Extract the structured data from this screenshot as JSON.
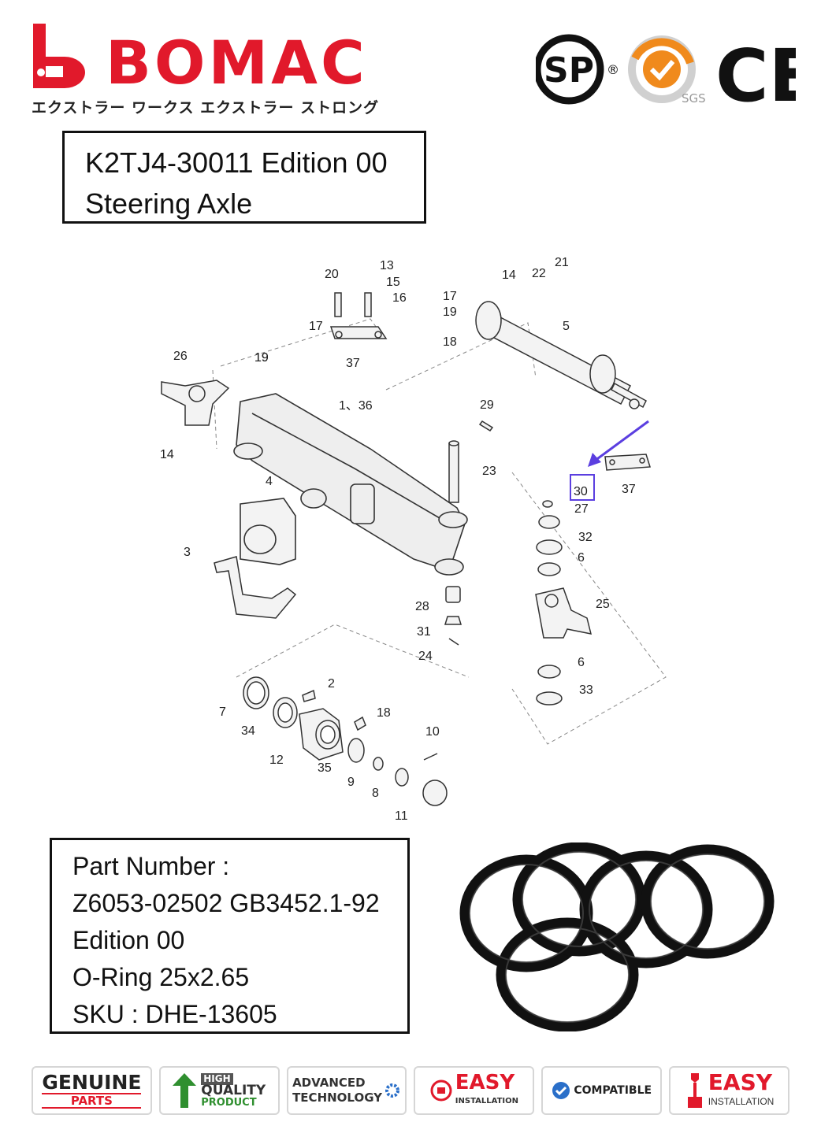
{
  "brand": {
    "name": "BOMAC",
    "tagline": "エクストラー ワークス エクストラー ストロング",
    "color": "#e1192b"
  },
  "certifications": {
    "csa_label": "SP",
    "registered_mark": "®",
    "sgs_label": "SGS",
    "ce_label": "CE"
  },
  "title": {
    "line1": "K2TJ4-30011 Edition 00",
    "line2": "Steering Axle"
  },
  "diagram": {
    "highlight_color": "#5b3fe0",
    "highlighted_callout": "30",
    "callouts": [
      "20",
      "13",
      "15",
      "16",
      "17",
      "19",
      "17",
      "19",
      "18",
      "14",
      "22",
      "21",
      "5",
      "26",
      "19",
      "37",
      "1、36",
      "29",
      "14",
      "4",
      "23",
      "37",
      "30",
      "27",
      "32",
      "6",
      "3",
      "25",
      "28",
      "31",
      "24",
      "6",
      "33",
      "2",
      "7",
      "34",
      "18",
      "10",
      "12",
      "35",
      "9",
      "8",
      "11"
    ]
  },
  "part_info": {
    "line1": "Part Number :",
    "line2": "Z6053-02502 GB3452.1-92",
    "line3": "Edition 00",
    "line4": "O-Ring 25x2.65",
    "line5": "SKU : DHE-13605"
  },
  "badges": [
    {
      "top": "GENUINE",
      "bottom": "PARTS",
      "color": "#e1192b"
    },
    {
      "top": "HIGH",
      "middle": "QUALITY",
      "bottom": "PRODUCT",
      "color": "#2f8f2f"
    },
    {
      "top": "ADVANCED",
      "bottom": "TECHNOLOGY",
      "color": "#2a6fc9"
    },
    {
      "top": "EASY",
      "bottom": "INSTALLATION",
      "color": "#e1192b"
    },
    {
      "top": "COMPATIBLE",
      "color": "#2a6fc9"
    },
    {
      "top": "EASY",
      "bottom": "INSTALLATION",
      "color": "#e1192b"
    }
  ]
}
